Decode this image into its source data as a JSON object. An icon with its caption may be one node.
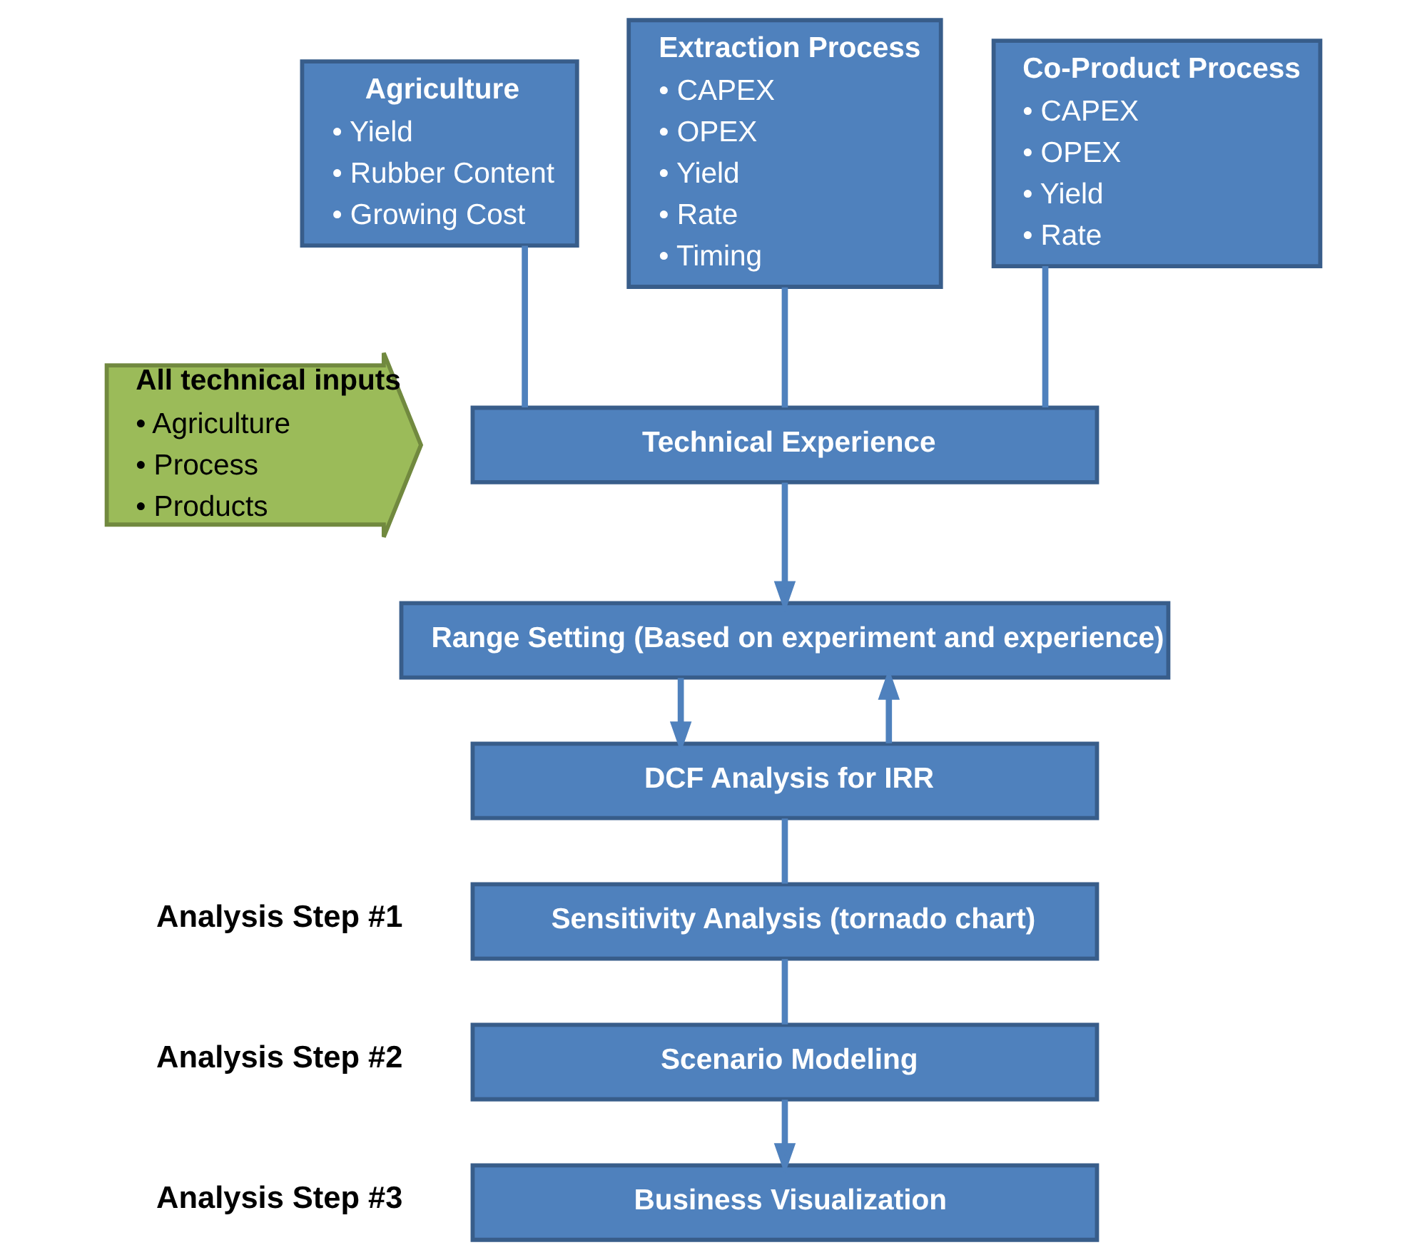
{
  "diagram": {
    "nodes": [
      {
        "text": [
          "Agriculture",
          "• Yield",
          "• Rubber Content",
          "• Growing Cost"
        ]
      },
      {
        "text": [
          "Extraction Process",
          "• CAPEX",
          "• OPEX",
          "• Yield",
          "• Rate",
          "• Timing"
        ]
      },
      {
        "text": [
          "Co-Product Process",
          "• CAPEX",
          "• OPEX",
          "• Yield",
          "• Rate"
        ]
      },
      {
        "text": [
          "Technical Experience"
        ]
      },
      {
        "text": [
          "Range Setting (Based on experiment and experience)"
        ]
      },
      {
        "text": [
          "DCF Analysis for IRR"
        ]
      },
      {
        "text": [
          "Sensitivity Analysis (tornado chart)"
        ],
        "beside": [
          "Analysis Step #1"
        ]
      },
      {
        "text": [
          "Scenario Modeling"
        ],
        "beside": [
          "Analysis Step #2"
        ]
      },
      {
        "text": [
          "Business Visualization"
        ],
        "beside": [
          "Analysis Step #3"
        ]
      },
      {
        "text": [
          "All technical inputs",
          "• Agriculture",
          "• Process",
          "• Products"
        ]
      }
    ],
    "edges": [
      {
        "from": 0,
        "to": 3,
        "arrow": "none"
      },
      {
        "from": 1,
        "to": 3,
        "arrow": "none"
      },
      {
        "from": 2,
        "to": 3,
        "arrow": "none"
      },
      {
        "from": 3,
        "to": 4,
        "arrow": "to"
      },
      {
        "from": 4,
        "to": 5,
        "arrow": "to"
      },
      {
        "from": 5,
        "to": 4,
        "arrow": "to"
      },
      {
        "from": 5,
        "to": 6,
        "arrow": "none"
      },
      {
        "from": 6,
        "to": 7,
        "arrow": "none"
      },
      {
        "from": 7,
        "to": 8,
        "arrow": "to"
      }
    ]
  }
}
